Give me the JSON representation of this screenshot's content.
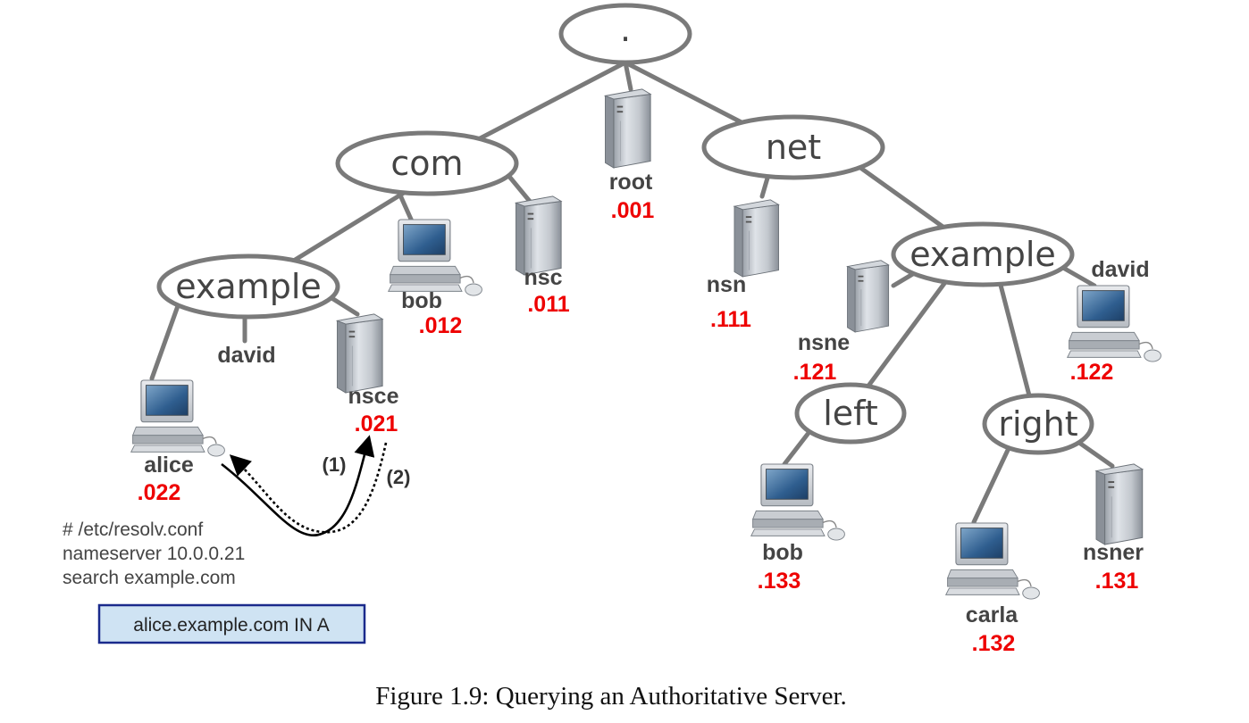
{
  "zones": {
    "root": ".",
    "com": "com",
    "net": "net",
    "com_example": "example",
    "net_example": "example",
    "left": "left",
    "right": "right",
    "com_example_david": "david"
  },
  "hosts": {
    "root": {
      "name": "root",
      "ip": ".001"
    },
    "nsc": {
      "name": "nsc",
      "ip": ".011"
    },
    "bob_com": {
      "name": "bob",
      "ip": ".012"
    },
    "nsce": {
      "name": "nsce",
      "ip": ".021"
    },
    "alice": {
      "name": "alice",
      "ip": ".022"
    },
    "nsn": {
      "name": "nsn",
      "ip": ".111"
    },
    "nsne": {
      "name": "nsne",
      "ip": ".121"
    },
    "david_net": {
      "name": "david",
      "ip": ".122"
    },
    "bob_net": {
      "name": "bob",
      "ip": ".133"
    },
    "carla": {
      "name": "carla",
      "ip": ".132"
    },
    "nsner": {
      "name": "nsner",
      "ip": ".131"
    }
  },
  "resolv": {
    "line1": "# /etc/resolv.conf",
    "line2": "nameserver 10.0.0.21",
    "line3": "search example.com"
  },
  "query": "alice.example.com IN A",
  "steps": {
    "step1": "(1)",
    "step2": "(2)"
  },
  "caption": "Figure 1.9:  Querying an Authoritative Server.",
  "colors": {
    "edge": "#7a7a7a",
    "ip": "#ee0000",
    "query_fill": "#cfe3f3",
    "query_border": "#1a2a8c"
  }
}
